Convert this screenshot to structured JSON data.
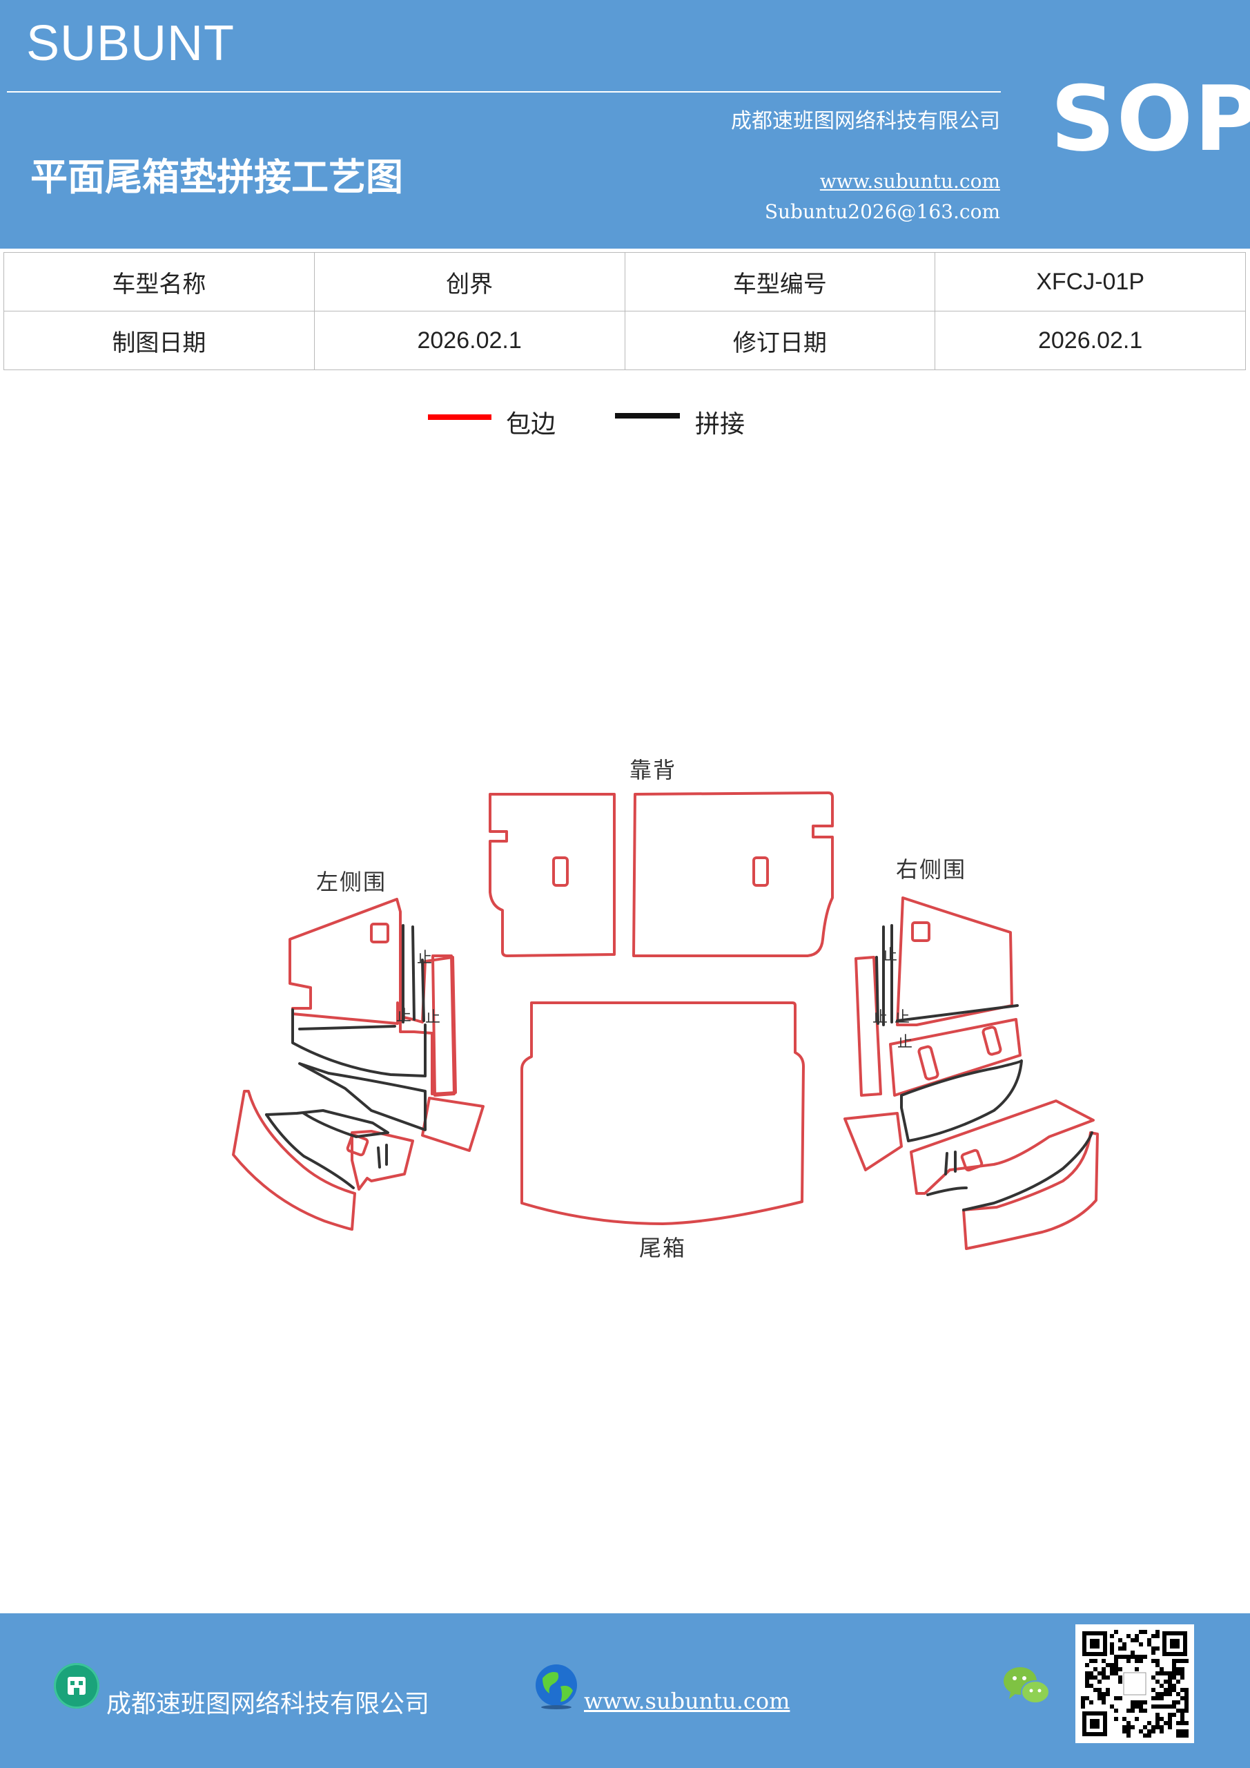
{
  "header": {
    "brand": "SUBUNT",
    "company": "成都速班图网络科技有限公司",
    "title": "平面尾箱垫拼接工艺图",
    "website": "www.subuntu.com",
    "email": "Subuntu2026@163.com",
    "sop": "SOP"
  },
  "info_table": {
    "rows": [
      [
        {
          "label": "车型名称"
        },
        {
          "value": "创界"
        },
        {
          "label": "车型编号"
        },
        {
          "value": "XFCJ-01P"
        }
      ],
      [
        {
          "label": "制图日期"
        },
        {
          "value": "2026.02.1"
        },
        {
          "label": "修订日期"
        },
        {
          "value": "2026.02.1"
        }
      ]
    ]
  },
  "legend": {
    "items": [
      {
        "label": "包边",
        "color": "#ff0000"
      },
      {
        "label": "拼接",
        "color": "#111111"
      }
    ]
  },
  "diagram": {
    "labels": {
      "back": "靠背",
      "left": "左侧围",
      "right": "右侧围",
      "trunk": "尾箱"
    },
    "stop_mark": "止",
    "colors": {
      "edge": "#d9484b",
      "seam": "#333333"
    }
  },
  "footer": {
    "company": "成都速班图网络科技有限公司",
    "website": "www.subuntu.com"
  }
}
